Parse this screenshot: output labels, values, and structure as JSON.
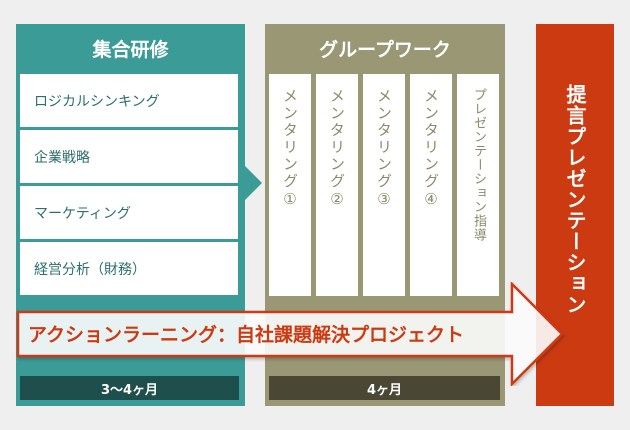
{
  "training": {
    "title": "集合研修",
    "items": [
      "ロジカルシンキング",
      "企業戦略",
      "マーケティング",
      "経営分析（財務）"
    ],
    "duration": "3〜4ヶ月"
  },
  "groupwork": {
    "title": "グループワーク",
    "columns": [
      "メンタリング①",
      "メンタリング②",
      "メンタリング③",
      "メンタリング④",
      "プレゼンテーション指導"
    ],
    "duration": "4ヶ月"
  },
  "presentation": {
    "title": "提言プレゼンテーション"
  },
  "action_learning": {
    "label": "アクションラーニング：自社課題解決プロジェクト"
  },
  "colors": {
    "teal": "#3b9b97",
    "teal_dark": "#1f4f4c",
    "olive": "#9a9775",
    "olive_dark": "#4a4835",
    "red": "#cc3a12"
  }
}
